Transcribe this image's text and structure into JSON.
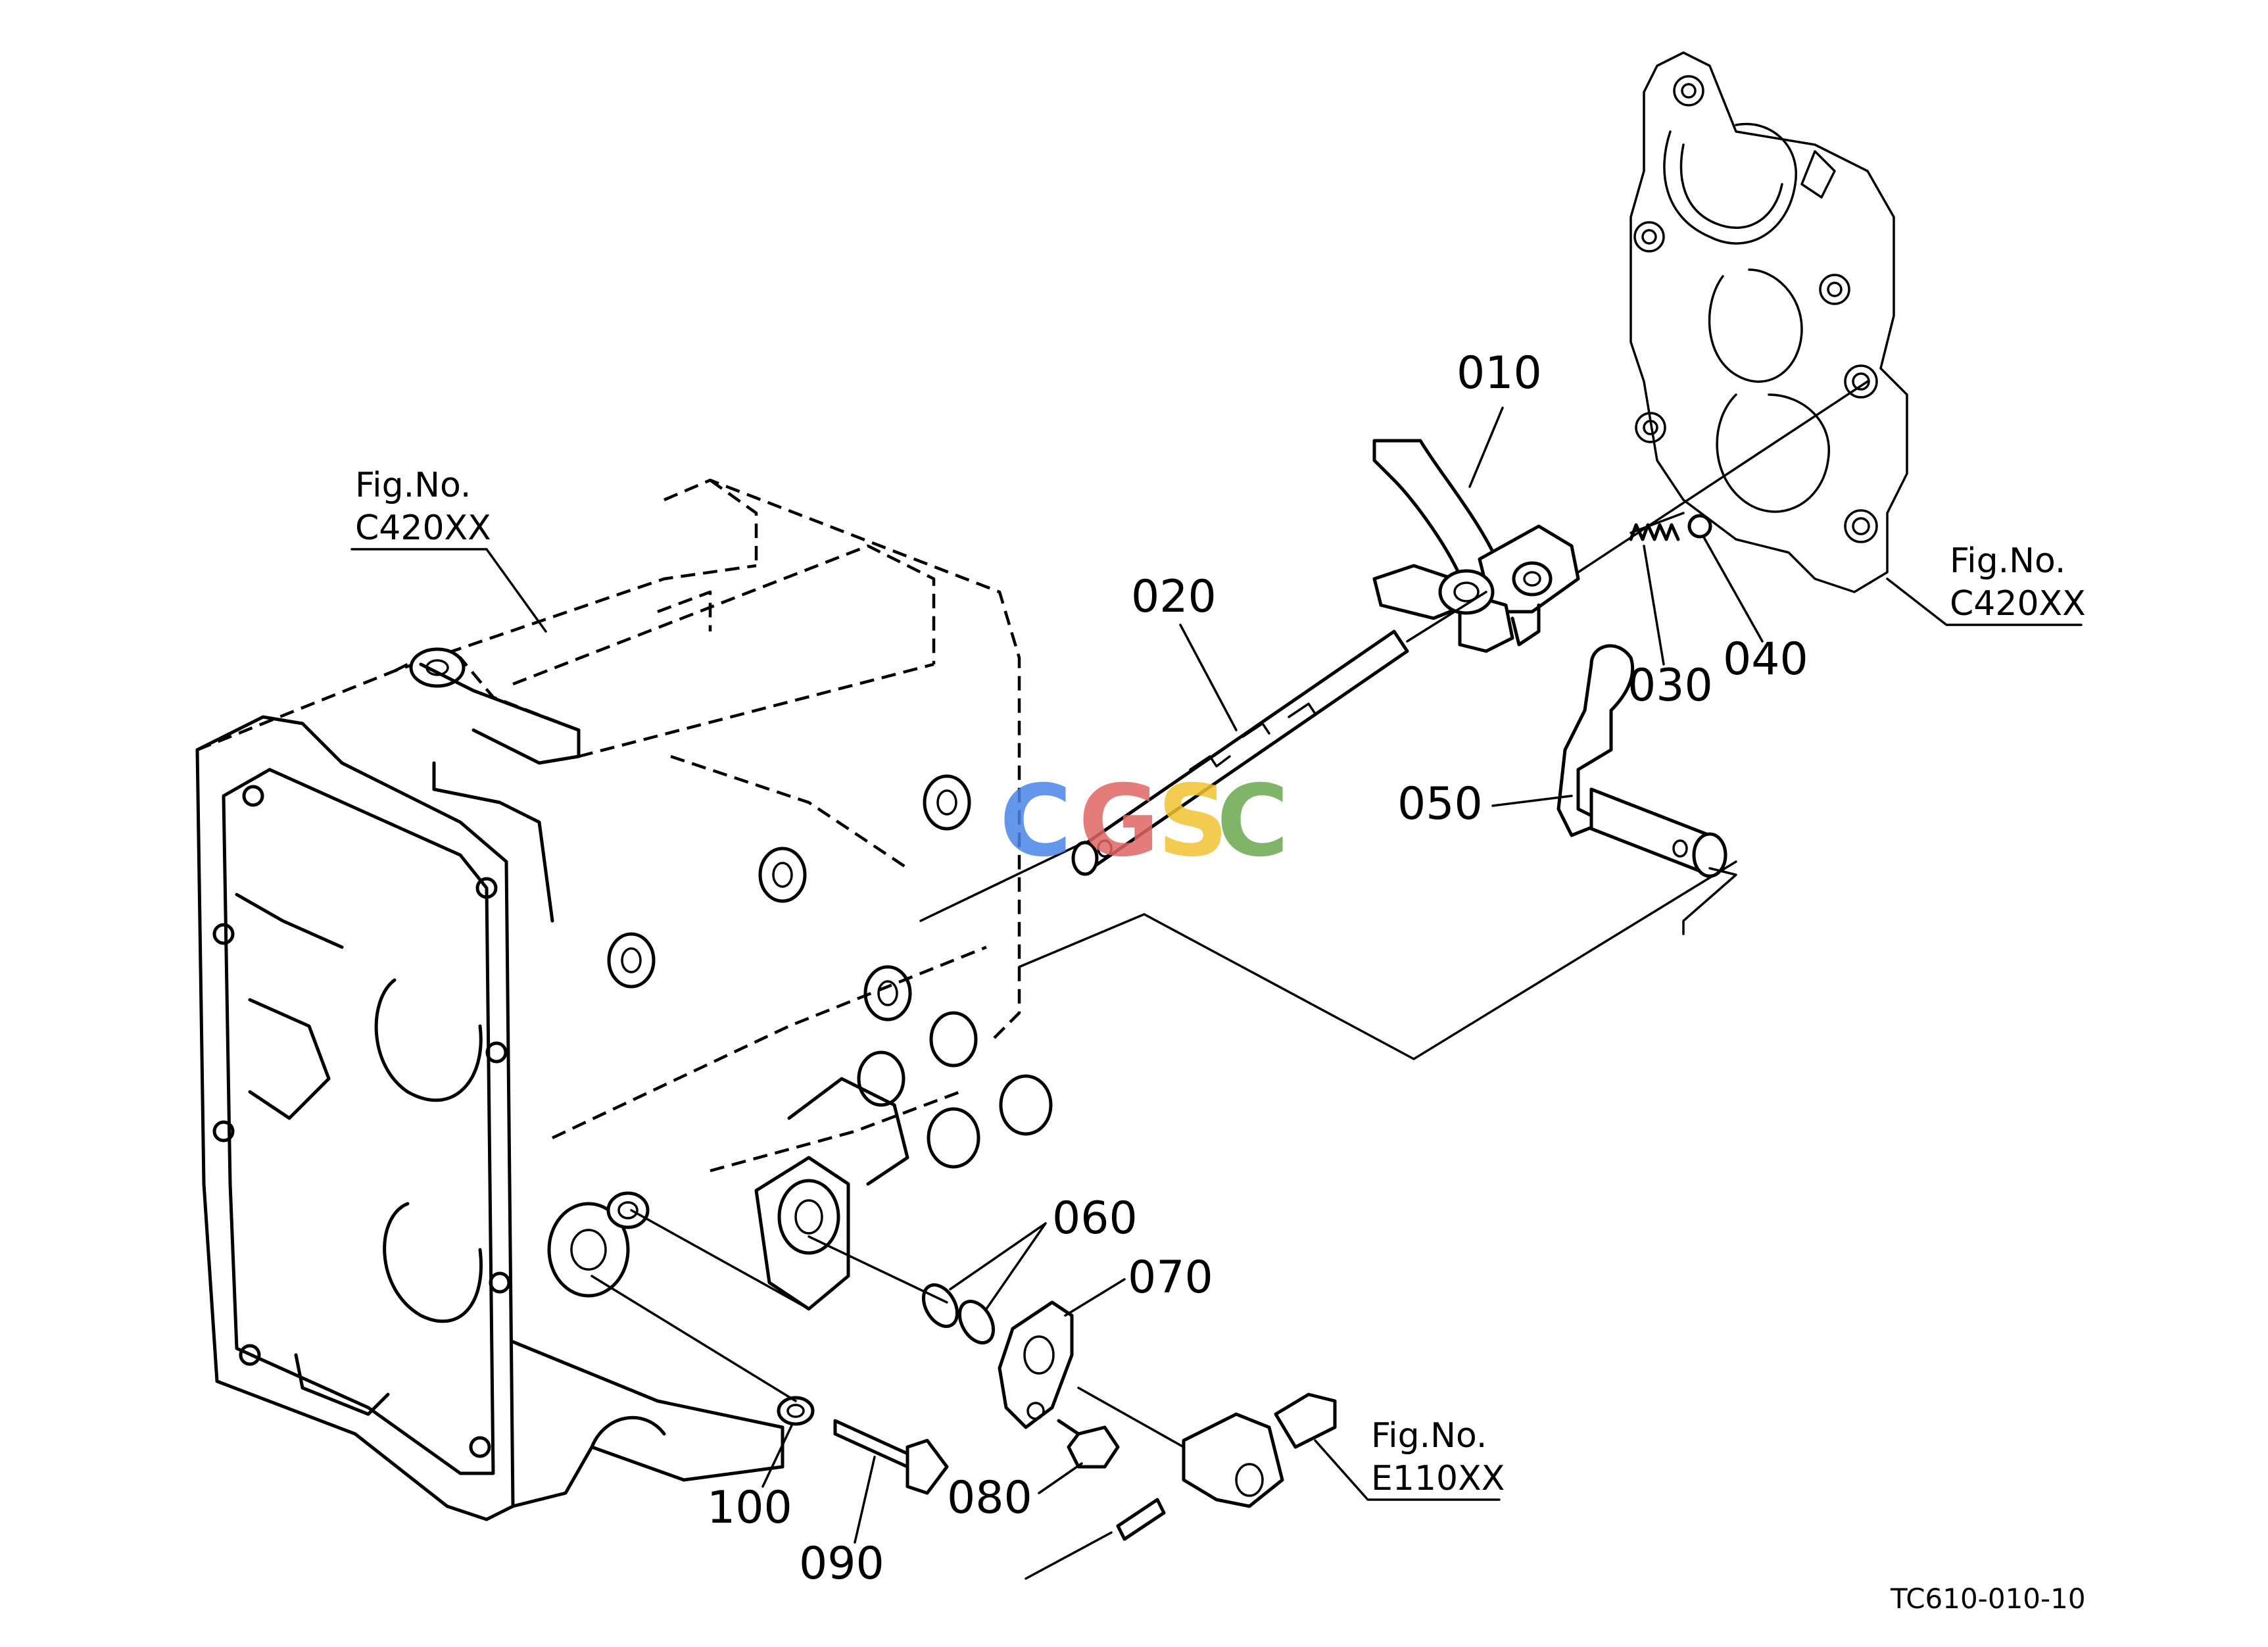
{
  "parts": {
    "p010": "010",
    "p020": "020",
    "p030": "030",
    "p040": "040",
    "p050": "050",
    "p060": "060",
    "p070": "070",
    "p080": "080",
    "p090": "090",
    "p100": "100"
  },
  "fig_refs": {
    "left": {
      "line1": "Fig.No.",
      "line2": "C420XX"
    },
    "right": {
      "line1": "Fig.No.",
      "line2": "C420XX"
    },
    "lower": {
      "line1": "Fig.No.",
      "line2": "E110XX"
    }
  },
  "drawing_code": "TC610-010-10",
  "watermark": {
    "letters": [
      "C",
      "G",
      "S",
      "C"
    ],
    "colors": [
      "#4a86e8",
      "#e06666",
      "#f1c232",
      "#6aa84f"
    ]
  }
}
